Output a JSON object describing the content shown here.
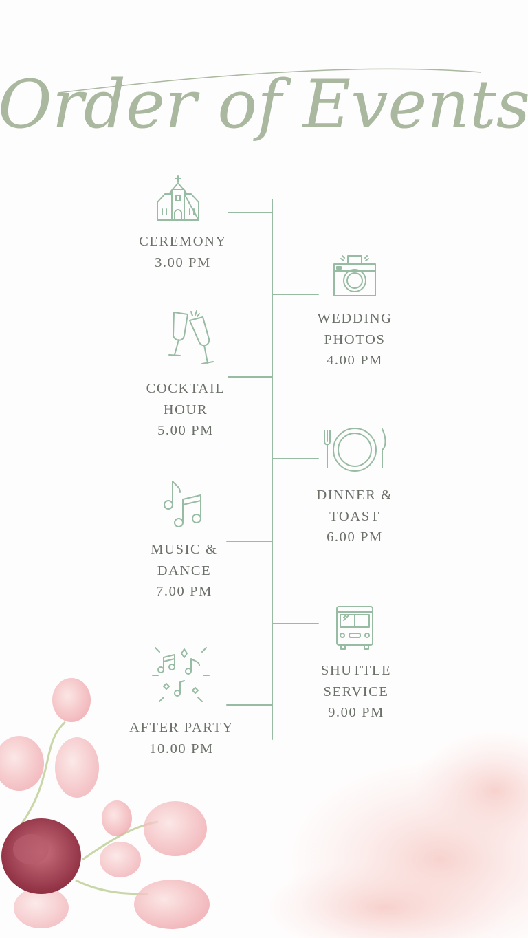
{
  "title": "Order of Events",
  "colors": {
    "accent": "#98bba3",
    "text": "#6b7069",
    "title": "#a9b89f",
    "blush": "#f3c9c6",
    "rose": "#9c3b4c"
  },
  "events": [
    {
      "label": "CEREMONY",
      "time": "3.00 PM",
      "icon": "church-icon"
    },
    {
      "label": "WEDDING\nPHOTOS",
      "time": "4.00 PM",
      "icon": "camera-icon"
    },
    {
      "label": "COCKTAIL\nHOUR",
      "time": "5.00 PM",
      "icon": "champagne-glasses-icon"
    },
    {
      "label": "DINNER &\nTOAST",
      "time": "6.00 PM",
      "icon": "plate-cutlery-icon"
    },
    {
      "label": "MUSIC &\nDANCE",
      "time": "7.00 PM",
      "icon": "music-notes-icon"
    },
    {
      "label": "SHUTTLE\nSERVICE",
      "time": "9.00 PM",
      "icon": "bus-icon"
    },
    {
      "label": "AFTER PARTY",
      "time": "10.00 PM",
      "icon": "party-music-icon"
    }
  ]
}
